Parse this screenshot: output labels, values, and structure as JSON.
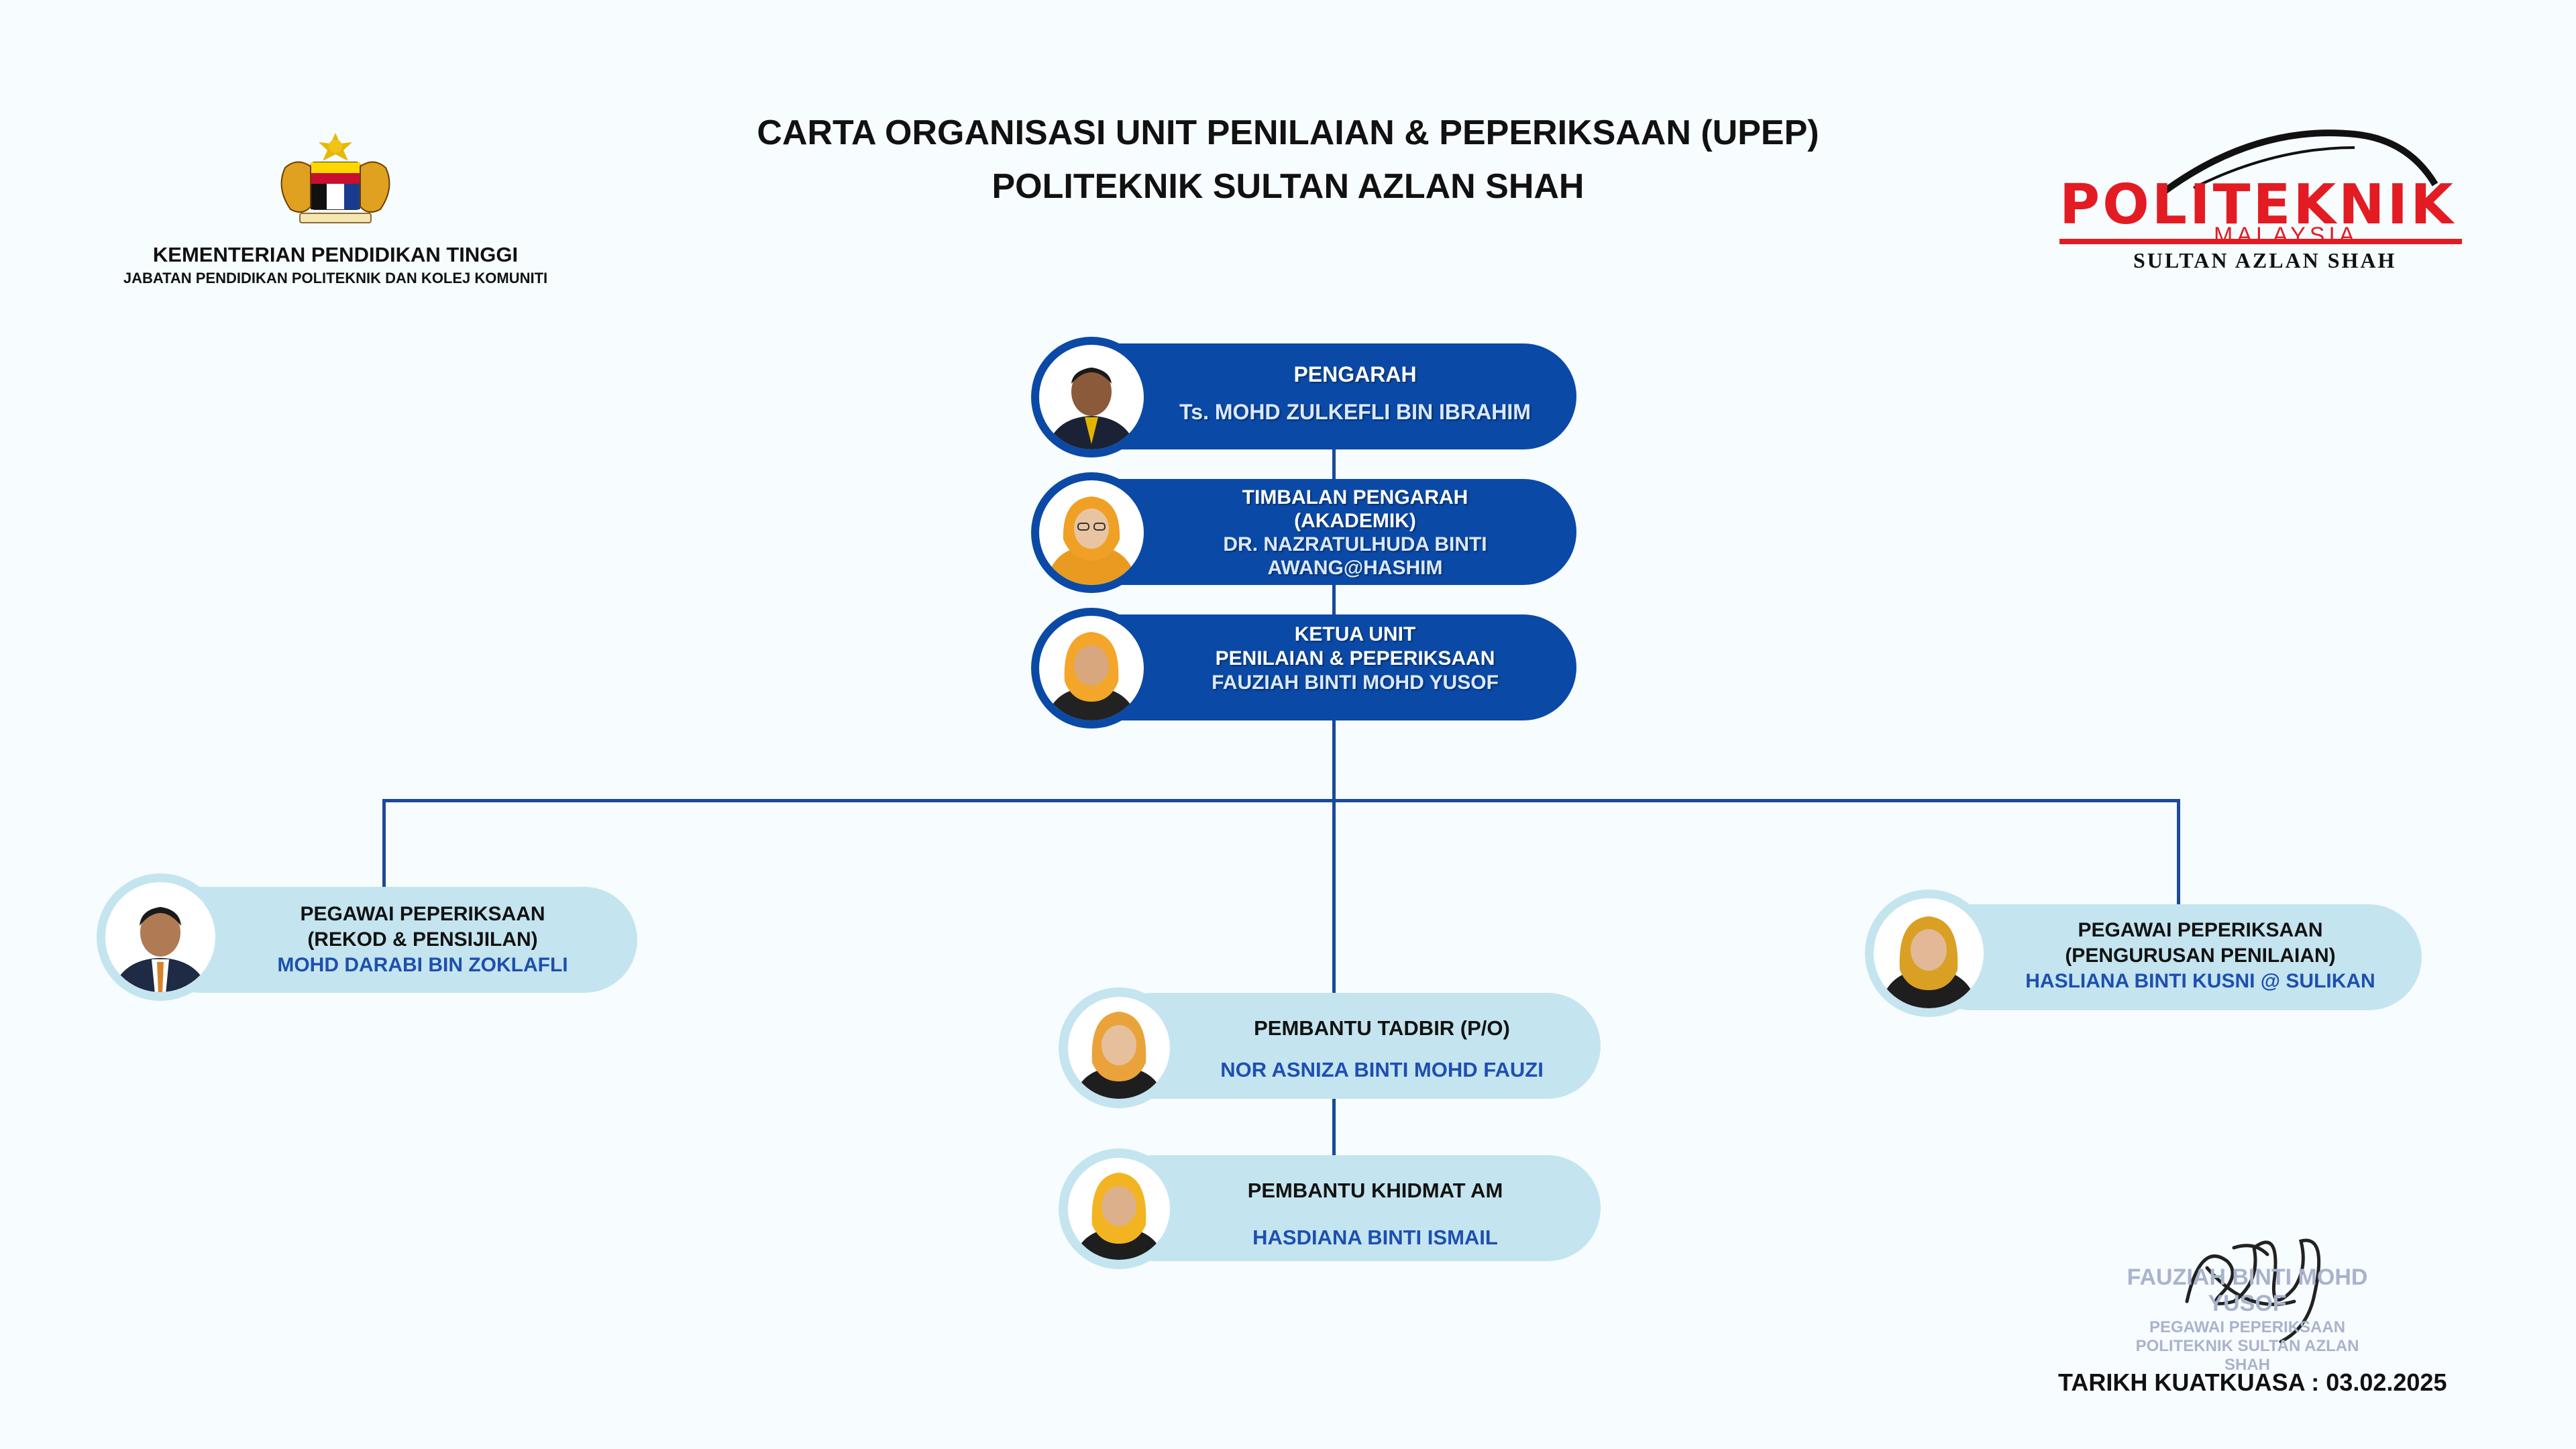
{
  "title": {
    "line1": "CARTA ORGANISASI UNIT PENILAIAN & PEPERIKSAAN (UPEP)",
    "line2": "POLITEKNIK SULTAN AZLAN SHAH"
  },
  "ministry": {
    "line1": "KEMENTERIAN PENDIDIKAN TINGGI",
    "line2": "JABATAN PENDIDIKAN POLITEKNIK DAN KOLEJ KOMUNITI"
  },
  "logo": {
    "word": "POLITEKNIK",
    "country": "MALAYSIA",
    "campus": "SULTAN AZLAN SHAH",
    "color": "#e31b23"
  },
  "chart": {
    "pengarah": {
      "role": "PENGARAH",
      "name": "Ts. MOHD ZULKEFLI BIN IBRAHIM"
    },
    "timbalan": {
      "role1": "TIMBALAN PENGARAH",
      "role2": "(AKADEMIK)",
      "name1": "DR. NAZRATULHUDA BINTI",
      "name2": "AWANG@HASHIM"
    },
    "ketua": {
      "role1": "KETUA UNIT",
      "role2": "PENILAIAN & PEPERIKSAAN",
      "name": "FAUZIAH BINTI MOHD YUSOF"
    },
    "rekod": {
      "role1": "PEGAWAI PEPERIKSAAN",
      "role2": "(REKOD & PENSIJILAN)",
      "name": "MOHD DARABI BIN ZOKLAFLI"
    },
    "pengurusan": {
      "role1": "PEGAWAI PEPERIKSAAN",
      "role2": "(PENGURUSAN  PENILAIAN)",
      "name": "HASLIANA BINTI KUSNI @ SULIKAN"
    },
    "tadbir": {
      "role": "PEMBANTU TADBIR (P/O)",
      "name": "NOR ASNIZA BINTI MOHD FAUZI"
    },
    "khidmat": {
      "role": "PEMBANTU KHIDMAT AM",
      "name": "HASDIANA BINTI ISMAIL"
    }
  },
  "stamp": {
    "line1": "FAUZIAH BINTI MOHD YUSOF",
    "line2": "PEGAWAI PEPERIKSAAN",
    "line3": "POLITEKNIK SULTAN AZLAN SHAH"
  },
  "effective_date": "TARIKH KUATKUASA : 03.02.2025",
  "colors": {
    "dark_card": "#0b49a6",
    "light_card": "#c4e5ef",
    "connector": "#1a4a99"
  }
}
